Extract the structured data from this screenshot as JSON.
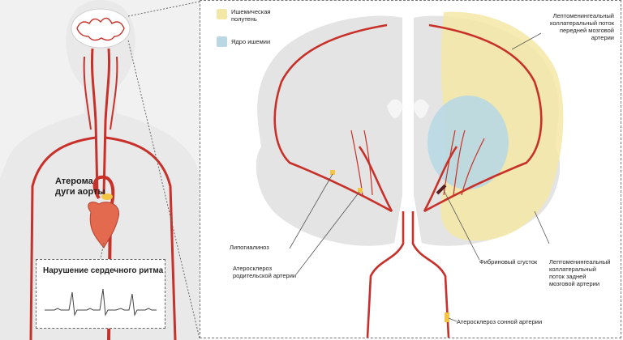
{
  "legend": [
    {
      "label": "Ишемическая\nполутень",
      "color": "#f3e7a6"
    },
    {
      "label": "Ядро ишемии",
      "color": "#b9d8e3"
    }
  ],
  "labels": {
    "aortic_atheroma": "Атерома\nдуги аорты",
    "arrhythmia": "Нарушение сердечного ритма",
    "lipohyalinosis": "Липогиалиноз",
    "parent_artery_atherosclerosis": "Атеросклероз\nродительской артерии",
    "fibrin_clot": "Фибриновый сгусток",
    "carotid_atherosclerosis": "Атеросклероз сонной артерии",
    "anterior_collateral": "Лептоменингеальный\nколлатеральный поток\nпередней мозговой\nартерии",
    "posterior_collateral": "Лептоменингеальный\nколлатеральный\nпоток задней\nмозговой артерии"
  },
  "colors": {
    "artery": "#c8312a",
    "brain_fill": "#e4e4e4",
    "brain_outline": "#ffffff",
    "penumbra": "#f3e7a6",
    "core": "#b9d8e3",
    "plaque": "#f4c542",
    "body": "#f1f1f1",
    "heart": "#e36a4f"
  }
}
